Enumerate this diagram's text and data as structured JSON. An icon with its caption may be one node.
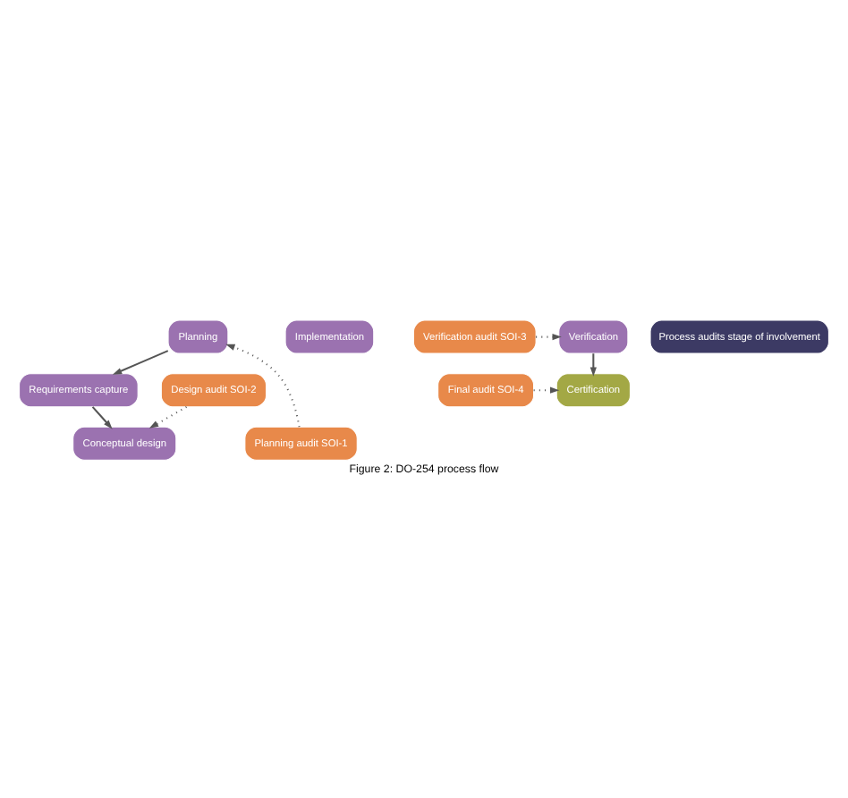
{
  "diagram": {
    "caption": "Figure 2: DO-254 process flow",
    "nodes": [
      {
        "text": [
          "Planning"
        ]
      },
      {
        "text": [
          "Requirements capture"
        ]
      },
      {
        "text": [
          "Planning audit SOI-1"
        ]
      },
      {
        "text": [
          "Conceptual design"
        ]
      },
      {
        "text": [
          "Design audit SOI-2"
        ]
      },
      {
        "text": [
          "Implementation"
        ]
      },
      {
        "text": [
          "Verification audit SOI-3"
        ]
      },
      {
        "text": [
          "Verification"
        ]
      },
      {
        "text": [
          "Final audit SOI-4"
        ]
      },
      {
        "text": [
          "Certification"
        ]
      },
      {
        "text": [
          "Process audits stage of involvement"
        ]
      }
    ],
    "edges": [
      {
        "from": 0,
        "to": 1,
        "arrow": "to"
      },
      {
        "from": 1,
        "to": 3,
        "arrow": "to"
      },
      {
        "from": 2,
        "to": 0,
        "arrow": "to",
        "style": "dashed"
      },
      {
        "from": 4,
        "to": 3,
        "arrow": "to",
        "style": "dashed"
      },
      {
        "from": 6,
        "to": 7,
        "arrow": "to",
        "style": "dashed"
      },
      {
        "from": 8,
        "to": 9,
        "arrow": "to",
        "style": "dashed"
      },
      {
        "from": 7,
        "to": 9,
        "arrow": "to"
      }
    ]
  }
}
